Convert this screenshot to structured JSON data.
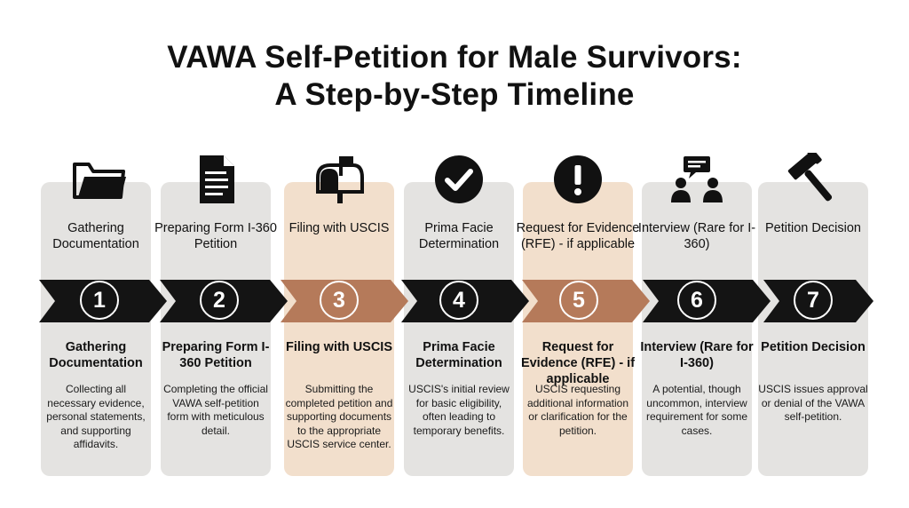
{
  "title": {
    "line1": "VAWA Self-Petition for Male Survivors:",
    "line2": "A Step-by-Step Timeline"
  },
  "colors": {
    "dark": "#141414",
    "accent": "#b57a5a",
    "card": "#e4e3e1",
    "card_accent": "#f2dfcc"
  },
  "steps": [
    {
      "number": "1",
      "icon": "folder-icon",
      "label_top": "Gathering Documentation",
      "label_bottom": "Gathering Documentation",
      "desc": "Collecting all necessary evidence, personal statements, and supporting affidavits."
    },
    {
      "number": "2",
      "icon": "document-icon",
      "label_top": "Preparing Form I-360 Petition",
      "label_bottom": "Preparing Form I-360 Petition",
      "desc": "Completing the official VAWA self-petition form with meticulous detail."
    },
    {
      "number": "3",
      "icon": "mailbox-icon",
      "label_top": "Filing with USCIS",
      "label_bottom": "Filing with USCIS",
      "desc": "Submitting the completed petition and supporting documents to the appropriate USCIS service center."
    },
    {
      "number": "4",
      "icon": "checkmark-icon",
      "label_top": "Prima Facie Determination",
      "label_bottom": "Prima Facie Determination",
      "desc": "USCIS's initial review for basic eligibility, often leading to temporary benefits."
    },
    {
      "number": "5",
      "icon": "exclamation-icon",
      "label_top": "Request for Evidence (RFE) - if applicable",
      "label_bottom": "Request for Evidence (RFE) - if applicable",
      "desc": "USCIS requesting additional information or clarification for the petition."
    },
    {
      "number": "6",
      "icon": "interview-icon",
      "label_top": "Interview (Rare for I-360)",
      "label_bottom": "Interview (Rare for I-360)",
      "desc": "A potential, though uncommon, interview requirement for some cases."
    },
    {
      "number": "7",
      "icon": "gavel-icon",
      "label_top": "Petition Decision",
      "label_bottom": "Petition Decision",
      "desc": "USCIS issues approval or denial of the VAWA self-petition."
    }
  ]
}
